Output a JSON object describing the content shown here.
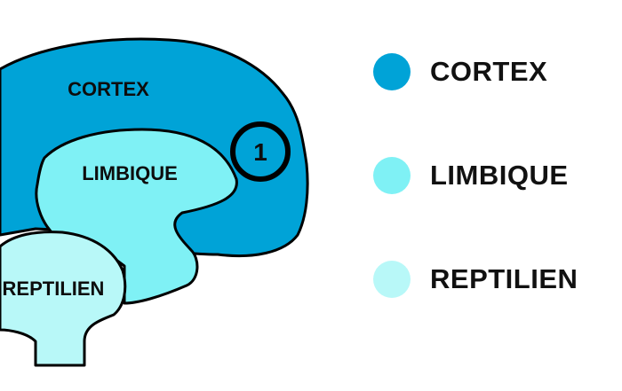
{
  "colors": {
    "cortex": "#00a3d7",
    "limbique": "#7ff1f5",
    "reptilien": "#b8f8f8",
    "outline": "#000000"
  },
  "diagram": {
    "labels": {
      "cortex": "CORTEX",
      "limbique": "LIMBIQUE",
      "reptilien": "REPTILIEN"
    },
    "marker": "1"
  },
  "legend": {
    "items": [
      {
        "key": "cortex",
        "label": "CORTEX",
        "color": "#00a3d7"
      },
      {
        "key": "limbique",
        "label": "LIMBIQUE",
        "color": "#7ff1f5"
      },
      {
        "key": "reptilien",
        "label": "REPTILIEN",
        "color": "#b8f8f8"
      }
    ]
  }
}
